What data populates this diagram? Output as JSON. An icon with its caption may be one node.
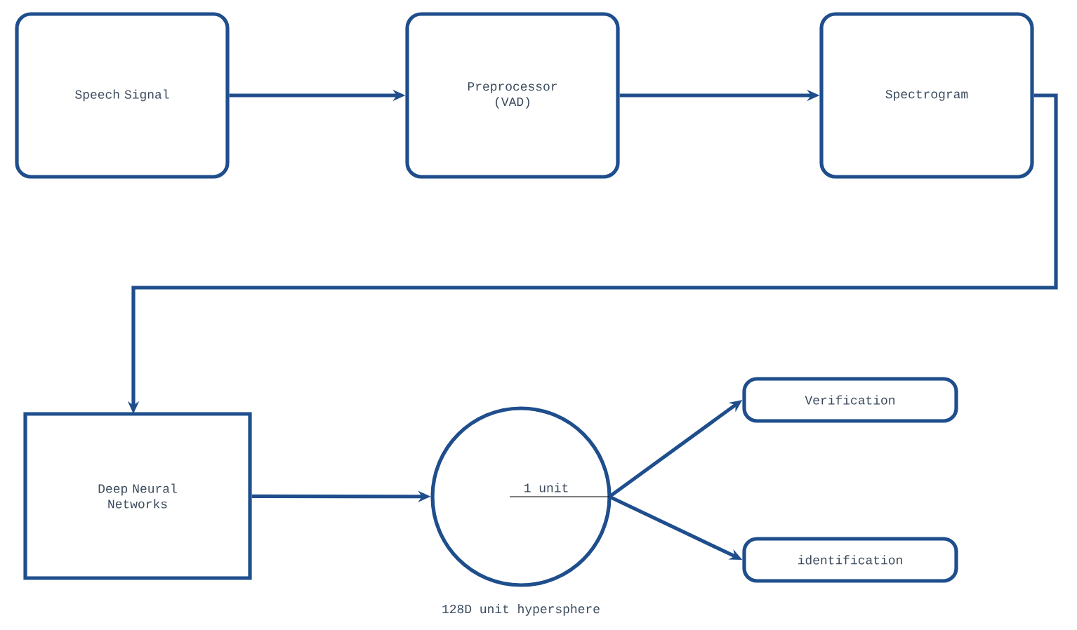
{
  "diagram": {
    "nodes": [
      {
        "text": [
          "Speech Signal"
        ]
      },
      {
        "text": [
          "Preprocessor (VAD)"
        ]
      },
      {
        "text": [
          "Spectrogram"
        ]
      },
      {
        "text": [
          "Deep Neural Networks"
        ]
      },
      {
        "text": [
          "1 unit"
        ],
        "beside": [
          "128D unit hypersphere"
        ]
      },
      {
        "text": [
          "Verification"
        ]
      },
      {
        "text": [
          "identification"
        ]
      }
    ],
    "edges": [
      {
        "from": 0,
        "to": 1,
        "arrow": "to"
      },
      {
        "from": 1,
        "to": 2,
        "arrow": "to"
      },
      {
        "from": 2,
        "to": 3,
        "arrow": "to"
      },
      {
        "from": 3,
        "to": 4,
        "arrow": "to"
      },
      {
        "from": 4,
        "to": 5,
        "arrow": "to"
      },
      {
        "from": 4,
        "to": 6,
        "arrow": "to"
      }
    ]
  }
}
